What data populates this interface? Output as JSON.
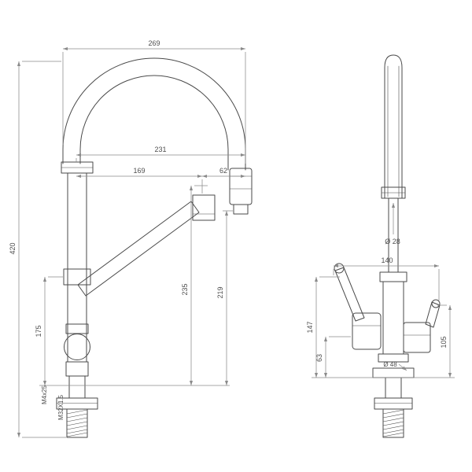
{
  "window": {
    "background": "#ffffff"
  },
  "drawing": {
    "type": "technical-drawing",
    "subject": "kitchen faucet with spring spout, front and side orthographic views with dimensions",
    "line_color": "#4a4a4a",
    "dim_color": "#8a8a8a",
    "text_color": "#4f4f4f"
  },
  "front_view": {
    "dim_overall_width": "269",
    "dim_reach_total": "231",
    "dim_spout_reach": "169",
    "dim_head_width": "62",
    "dim_overall_height": "420",
    "dim_body_height": "175",
    "dim_spout_height": "235",
    "dim_head_height": "219",
    "label_shank_thread": "M32X1.5",
    "label_stud": "M4x25"
  },
  "side_view": {
    "label_wand_diameter": "Ø 28",
    "dim_width": "140",
    "dim_handle_height": "147",
    "dim_valve_height": "63",
    "dim_side_handle_height": "105",
    "label_base_diameter": "Ø 48"
  }
}
